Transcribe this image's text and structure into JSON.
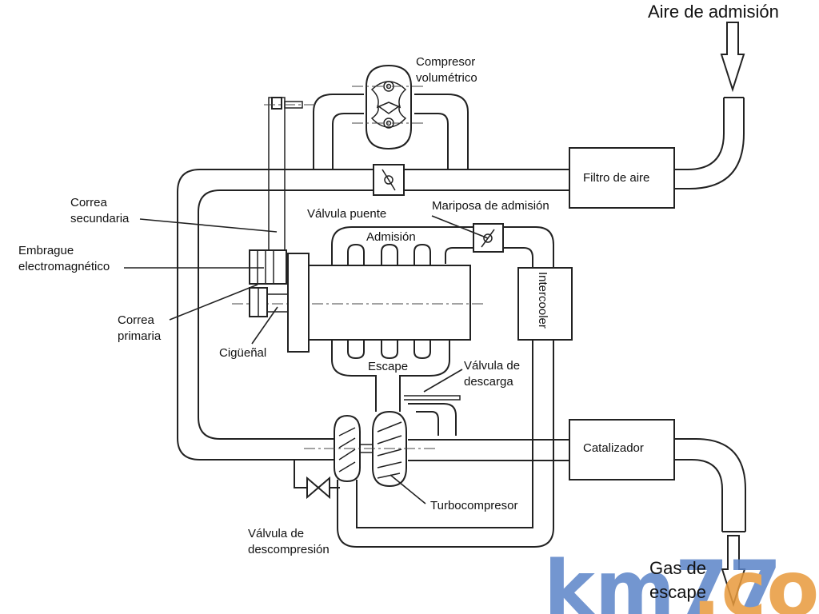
{
  "labels": {
    "air_intake": "Aire de admisión",
    "supercharger_line1": "Compresor",
    "supercharger_line2": "volumétrico",
    "air_filter": "Filtro de aire",
    "bypass_valve": "Válvula puente",
    "throttle": "Mariposa de admisión",
    "secondary_belt_line1": "Correa",
    "secondary_belt_line2": "secundaria",
    "clutch_line1": "Embrague",
    "clutch_line2": "electromagnético",
    "intake_manifold": "Admisión",
    "primary_belt_line1": "Correa",
    "primary_belt_line2": "primaria",
    "crankshaft": "Cigüeñal",
    "exhaust_manifold": "Escape",
    "intercooler": "Intercooler",
    "wastegate_line1": "Válvula de",
    "wastegate_line2": "descarga",
    "catalyst": "Catalizador",
    "turbocharger": "Turbocompresor",
    "blowoff_line1": "Válvula de",
    "blowoff_line2": "descompresión",
    "exhaust_gas_line1": "Gas de",
    "exhaust_gas_line2": "escape"
  },
  "watermark": {
    "part1": "km77",
    "part2": ".com",
    "color1": "#5b84c8",
    "color2": "#e89a3c"
  }
}
